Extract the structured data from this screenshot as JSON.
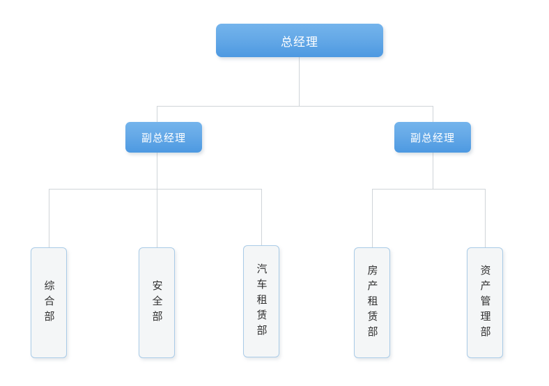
{
  "diagram": {
    "type": "organization-chart",
    "title": "",
    "colors": {
      "exec_fill_top": "#74b4ec",
      "exec_fill_bottom": "#4d99e1",
      "exec_text": "#ffffff",
      "dept_fill": "#f4f6f7",
      "dept_border": "#a9cbe7",
      "dept_text": "#303030",
      "connector": "#cfd4d8",
      "background": "#ffffff"
    },
    "levels": {
      "top": {
        "label": "总经理"
      },
      "deputies": [
        {
          "label": "副总经理"
        },
        {
          "label": "副总经理"
        }
      ],
      "departments": [
        {
          "label": "综合部",
          "parent": "副总经理 (左)"
        },
        {
          "label": "安全部",
          "parent": "副总经理 (左)"
        },
        {
          "label": "汽车租赁部",
          "parent": "副总经理 (左)"
        },
        {
          "label": "房产租赁部",
          "parent": "副总经理 (右)"
        },
        {
          "label": "资产管理部",
          "parent": "副总经理 (右)"
        }
      ]
    }
  }
}
